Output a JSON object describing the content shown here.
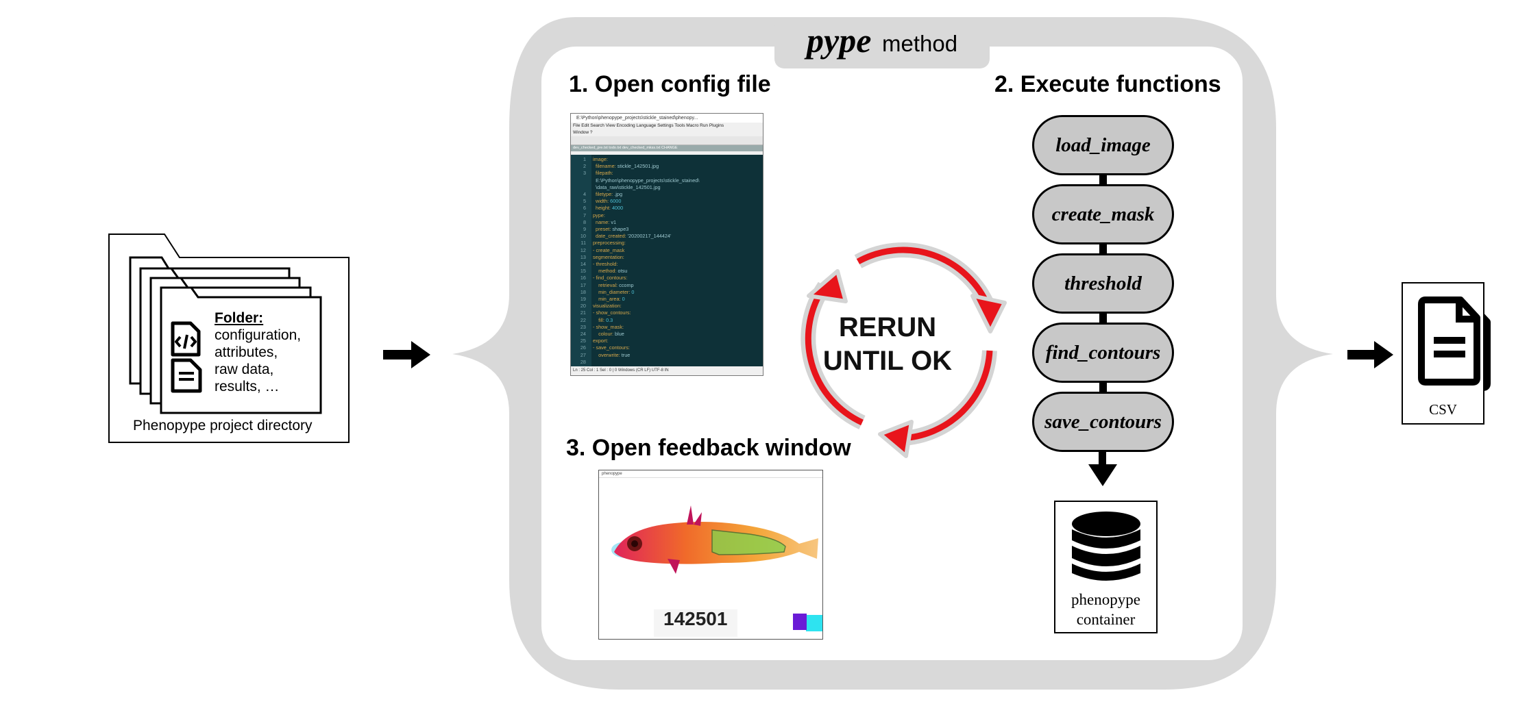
{
  "project": {
    "folder_header": "Folder:",
    "folder_lines": [
      "configuration,",
      "attributes,",
      "raw data,",
      "results, …"
    ],
    "caption": "Phenopype project directory"
  },
  "method": {
    "title_italic": "pype",
    "title_rest": "method"
  },
  "steps": {
    "s1": "1. Open config file",
    "s2": "2. Execute functions",
    "s3": "3. Open feedback window"
  },
  "rerun": [
    "RERUN",
    "UNTIL OK"
  ],
  "functions": [
    "load_image",
    "create_mask",
    "threshold",
    "find_contours",
    "save_contours"
  ],
  "container": {
    "line1": "phenopype",
    "line2": "container"
  },
  "output": {
    "label": "CSV"
  },
  "editor": {
    "title": "E:\\Python\\phenopype_projects\\stickle_stained\\phenopy...",
    "menu": "File  Edit  Search  View  Encoding  Language  Settings  Tools  Macro  Run  Plugins",
    "menu2": "Window  ?",
    "tabs": "dev_checked_pre.txt   todo.txt   dev_checked_mkss.txt   CHANGE",
    "status": "Ln : 25    Col : 1    Sel : 0 | 0                       Windows (CR LF)     UTF-8                  IN",
    "lines": [
      {
        "n": "1",
        "t": "image:"
      },
      {
        "n": "2",
        "t": "  filename: ",
        "v": "stickle_142501.jpg"
      },
      {
        "n": "3",
        "t": "  filepath:"
      },
      {
        "n": "",
        "t": "  ",
        "v": "E:\\Python\\phenopype_projects\\stickle_stained\\"
      },
      {
        "n": "",
        "t": "  ",
        "v": "\\data_raw\\stickle_142501.jpg"
      },
      {
        "n": "4",
        "t": "  filetype: ",
        "v": ".jpg"
      },
      {
        "n": "5",
        "t": "  width: ",
        "num": "6000"
      },
      {
        "n": "6",
        "t": "  height: ",
        "num": "4000"
      },
      {
        "n": "7",
        "t": "pype:"
      },
      {
        "n": "8",
        "t": "  name: ",
        "v": "v1"
      },
      {
        "n": "9",
        "t": "  preset: ",
        "v": "shape3"
      },
      {
        "n": "10",
        "t": "  date_created: ",
        "v": "'20200217_144424'"
      },
      {
        "n": "11",
        "t": "preprocessing:"
      },
      {
        "n": "12",
        "t": "- create_mask"
      },
      {
        "n": "13",
        "t": "segmentation:"
      },
      {
        "n": "14",
        "t": "- threshold:"
      },
      {
        "n": "15",
        "t": "    method: ",
        "v": "otsu"
      },
      {
        "n": "16",
        "t": "- find_contours:"
      },
      {
        "n": "17",
        "t": "    retrieval: ",
        "v": "ccomp"
      },
      {
        "n": "18",
        "t": "    min_diameter: ",
        "num": "0"
      },
      {
        "n": "19",
        "t": "    min_area: ",
        "num": "0"
      },
      {
        "n": "20",
        "t": "visualization:"
      },
      {
        "n": "21",
        "t": "- show_contours:"
      },
      {
        "n": "22",
        "t": "    fill: ",
        "num": "0.3"
      },
      {
        "n": "23",
        "t": "- show_mask:"
      },
      {
        "n": "24",
        "t": "    colour: ",
        "v": "blue"
      },
      {
        "n": "25",
        "t": "export:"
      },
      {
        "n": "26",
        "t": "- save_contours:"
      },
      {
        "n": "27",
        "t": "    overwrite: ",
        "v": "true"
      },
      {
        "n": "28",
        "t": ""
      }
    ]
  },
  "feedback": {
    "window_title": "phenopype",
    "specimen_id": "142501"
  },
  "colors": {
    "panel_gray": "#d9d9d9",
    "function_fill": "#c8c8c8",
    "cycle_arrow": "#e8141b",
    "cycle_halo": "#d4d4d4",
    "editor_bg": "#0e3138"
  }
}
